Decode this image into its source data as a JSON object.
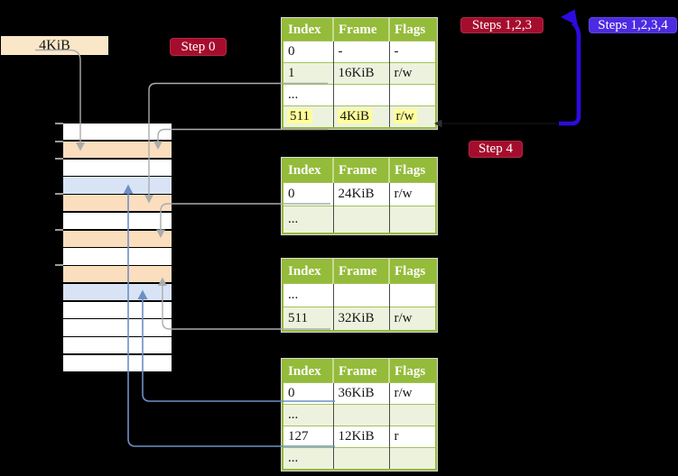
{
  "figure": {
    "title": "page-table-translation-diagram",
    "frame_label": "4KiB",
    "badges": [
      {
        "id": "step0",
        "label": "Step 0",
        "style": "red"
      },
      {
        "id": "steps123",
        "label": "Steps 1,2,3",
        "style": "red"
      },
      {
        "id": "steps1234",
        "label": "Steps 1,2,3,4",
        "style": "blue"
      },
      {
        "id": "step4",
        "label": "Step 4",
        "style": "red"
      }
    ],
    "memory_rows": [
      "white",
      "orange",
      "white",
      "blue",
      "orange",
      "white",
      "orange",
      "white",
      "orange",
      "blue",
      "white",
      "white",
      "white",
      "white"
    ],
    "tables": [
      {
        "id": "table-1",
        "headers": [
          "Index",
          "Frame",
          "Flags"
        ],
        "rows": [
          {
            "cells": [
              "0",
              "-",
              "-"
            ],
            "shaded": false,
            "highlighted": false
          },
          {
            "cells": [
              "1",
              "16KiB",
              "r/w"
            ],
            "shaded": true,
            "highlighted": false
          },
          {
            "cells": [
              "...",
              "",
              ""
            ],
            "shaded": false,
            "highlighted": false
          },
          {
            "cells": [
              "511",
              "4KiB",
              "r/w"
            ],
            "shaded": true,
            "highlighted": true
          }
        ]
      },
      {
        "id": "table-2",
        "headers": [
          "Index",
          "Frame",
          "Flags"
        ],
        "rows": [
          {
            "cells": [
              "0",
              "24KiB",
              "r/w"
            ],
            "shaded": false,
            "highlighted": false
          },
          {
            "cells": [
              "...",
              "",
              ""
            ],
            "shaded": true,
            "highlighted": false
          }
        ]
      },
      {
        "id": "table-3",
        "headers": [
          "Index",
          "Frame",
          "Flags"
        ],
        "rows": [
          {
            "cells": [
              "...",
              "",
              ""
            ],
            "shaded": false,
            "highlighted": false
          },
          {
            "cells": [
              "511",
              "32KiB",
              "r/w"
            ],
            "shaded": true,
            "highlighted": false
          }
        ]
      },
      {
        "id": "table-4",
        "headers": [
          "Index",
          "Frame",
          "Flags"
        ],
        "rows": [
          {
            "cells": [
              "0",
              "36KiB",
              "r/w"
            ],
            "shaded": false,
            "highlighted": false
          },
          {
            "cells": [
              "...",
              "",
              ""
            ],
            "shaded": true,
            "highlighted": false
          },
          {
            "cells": [
              "127",
              "12KiB",
              "r"
            ],
            "shaded": false,
            "highlighted": false
          },
          {
            "cells": [
              "...",
              "",
              ""
            ],
            "shaded": true,
            "highlighted": false
          }
        ]
      }
    ],
    "colors": {
      "background": "#000000",
      "table_header_green": "#94BB3A",
      "table_row_green": "#EDF2DE",
      "highlight_yellow": "#FEFE99",
      "memory_orange": "#FBDEBE",
      "memory_blue": "#D8E4F6",
      "badge_red": "#A50D2D",
      "badge_blue": "#4C2BE2",
      "big_arrow_blue": "#2D0BDE",
      "connector_gray": "#ACACAC",
      "connector_blue": "#6E8FC5",
      "frame_label_cream": "#FAE7C7"
    }
  }
}
